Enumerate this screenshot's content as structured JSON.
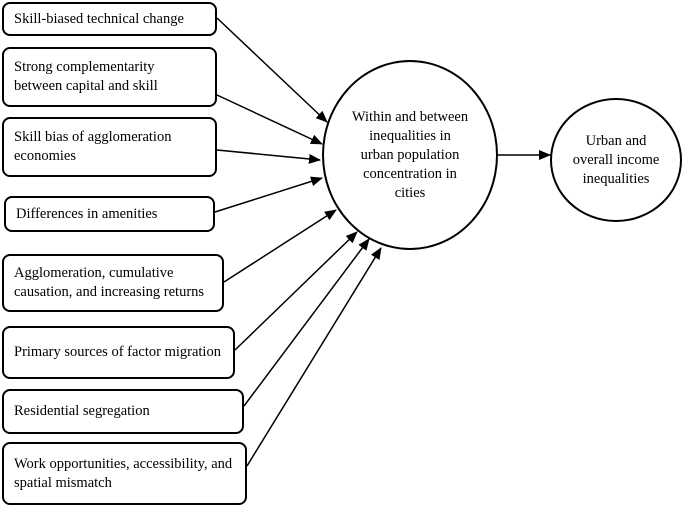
{
  "causes": [
    "Skill-biased technical change",
    "Strong complementarity between capital and skill",
    "Skill bias of agglomeration economies",
    "Differences in amenities",
    "Agglomeration, cumulative causation, and increasing returns",
    "Primary sources of factor migration",
    "Residential segregation",
    "Work opportunities, accessibility, and spatial mismatch"
  ],
  "center_node": "Within and between inequalities in urban population concentration in cities",
  "outcome_node": "Urban and overall income inequalities"
}
